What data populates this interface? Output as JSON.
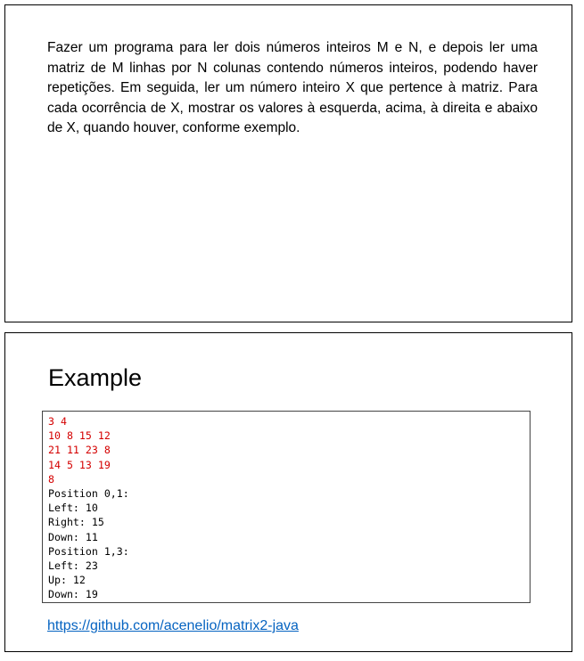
{
  "slide1": {
    "paragraph": "Fazer um programa para ler dois números inteiros M e N, e depois ler uma matriz de M linhas por N colunas contendo números inteiros, podendo haver repetições. Em seguida, ler um número inteiro X que pertence à matriz. Para cada ocorrência de X, mostrar os valores à esquerda, acima, à direita e abaixo de X, quando houver, conforme exemplo."
  },
  "slide2": {
    "heading": "Example",
    "console": {
      "input_color": "#d40000",
      "output_color": "#000000",
      "input_lines": [
        "3 4",
        "10 8 15 12",
        "21 11 23 8",
        "14 5 13 19",
        "8"
      ],
      "output_lines": [
        "Position 0,1:",
        "Left: 10",
        "Right: 15",
        "Down: 11",
        "Position 1,3:",
        "Left: 23",
        "Up: 12",
        "Down: 19"
      ]
    },
    "link": "https://github.com/acenelio/matrix2-java"
  }
}
